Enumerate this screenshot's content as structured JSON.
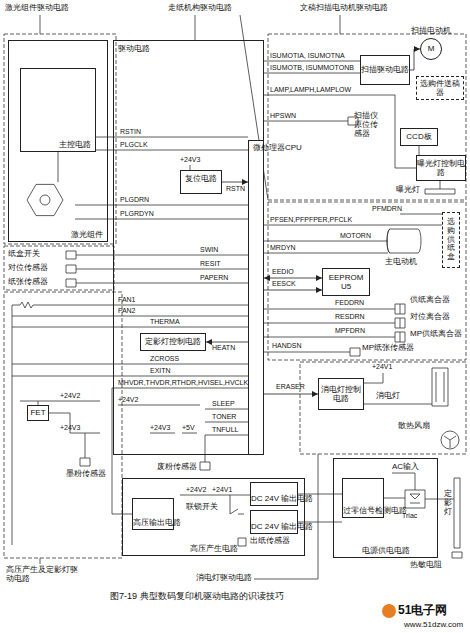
{
  "diagram": {
    "caption": "图7-19 典型数码复印机驱动电路的识读技巧",
    "nodes": [
      {
        "text": [
          "激光组件"
        ]
      },
      {
        "text": [
          "主控电路"
        ],
        "in": 0
      },
      {
        "text": [
          "驱动电路"
        ]
      },
      {
        "text": [
          "复位电路"
        ],
        "in": 2
      },
      {
        "text": [
          "微处理器CPU"
        ],
        "in": 2
      },
      {
        "text": [
          "扫描驱动电路"
        ]
      },
      {
        "text": [
          "扫描电动机",
          "M"
        ]
      },
      {
        "text": [
          "选购件送稿器"
        ]
      },
      {
        "text": [
          "CCD板"
        ]
      },
      {
        "text": [
          "曝光灯控制电路"
        ]
      },
      {
        "text": [
          "选购供纸盒"
        ]
      },
      {
        "text": [
          "EEPROM U5"
        ]
      },
      {
        "text": [
          "定影灯控制电路"
        ],
        "in": 2
      },
      {
        "text": [
          "FET"
        ]
      },
      {
        "text": [
          "消电灯控制电路"
        ]
      },
      {
        "text": [
          "高压产生电路"
        ]
      },
      {
        "text": [
          "高压输出电路"
        ],
        "in": 15
      },
      {
        "text": [
          "DC 24V 输出电路"
        ],
        "in": 15
      },
      {
        "text": [
          "DC 24V 输出电路"
        ],
        "in": 15
      },
      {
        "text": [
          "电源供电电路"
        ]
      },
      {
        "text": [
          "过零信号检测电路"
        ],
        "in": 19
      }
    ],
    "edges": [
      {
        "from": 5,
        "to": 6,
        "arrow": "to"
      },
      {
        "from": 3,
        "to": 4,
        "label": "RSTN",
        "arrow": "to"
      },
      {
        "from": 4,
        "to": 11,
        "label": "EEDIO",
        "arrow": "both"
      },
      {
        "from": 4,
        "to": 11,
        "label": "EESCK",
        "arrow": "to"
      },
      {
        "from": 4,
        "to": 12,
        "label": "HEATN",
        "arrow": "to"
      },
      {
        "from": 4,
        "to": 14,
        "label": "ERASER",
        "arrow": "to"
      }
    ],
    "labels": [
      "激光组件驱动电路",
      "走纸机构驱动电路",
      "文稿扫描电动机驱动电路",
      "RSTIN",
      "PLGCLK",
      "+24V3",
      "PLGDRN",
      "PLGRDYN",
      "ISUMOTIA, ISUMOTNA",
      "ISUMOTB, ISUMMOTONB",
      "LAMP,LAMPH,LAMPLOW",
      "HPSWN",
      "扫描仪原位传感器",
      "曝光灯",
      "纸盒开关",
      "对位传感器",
      "纸张传感器",
      "SWIN",
      "RESIT",
      "PAPERN",
      "PFMDRN",
      "PFSEN,PFPFPER,PFCLK",
      "MOTORN",
      "MRDYN",
      "主电动机",
      "供纸离合器",
      "FEDDRN",
      "RESDRN",
      "对位离合器",
      "MPFDRN",
      "MP供纸离合器",
      "HANDSN",
      "MP纸张传感器",
      "FAN1",
      "FAN2",
      "THERMA",
      "ZCROSS",
      "EXITN",
      "MHVDR,THVDR,RTHDR,HVISEL,HVCLK",
      "+24V2",
      "+24V2",
      "+24V3",
      "+24V3",
      "+5V",
      "SLEEP",
      "TONER",
      "TNFULL",
      "废粉传感器",
      "墨粉传感器",
      "+24V2",
      "+24V1",
      "联锁开关",
      "出纸传感器",
      "+24V1",
      "消电灯",
      "散热风扇",
      "AC输入",
      "Triac",
      "定影灯",
      "热敏电阻",
      "高压产生及定影灯驱动电路",
      "消电灯驱动电路",
      "51电子网",
      "www.51dzw.com"
    ]
  }
}
